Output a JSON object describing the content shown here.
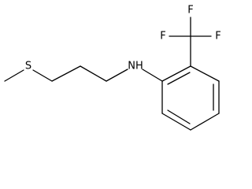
{
  "molecule": {
    "labels": {
      "sulfur": "S",
      "amine": "NH",
      "fluorine_top_left": "F",
      "fluorine_top": "F",
      "fluorine_right": "F"
    },
    "colors": {
      "bond": "#000000",
      "label": "#000000",
      "background": "#ffffff"
    }
  }
}
